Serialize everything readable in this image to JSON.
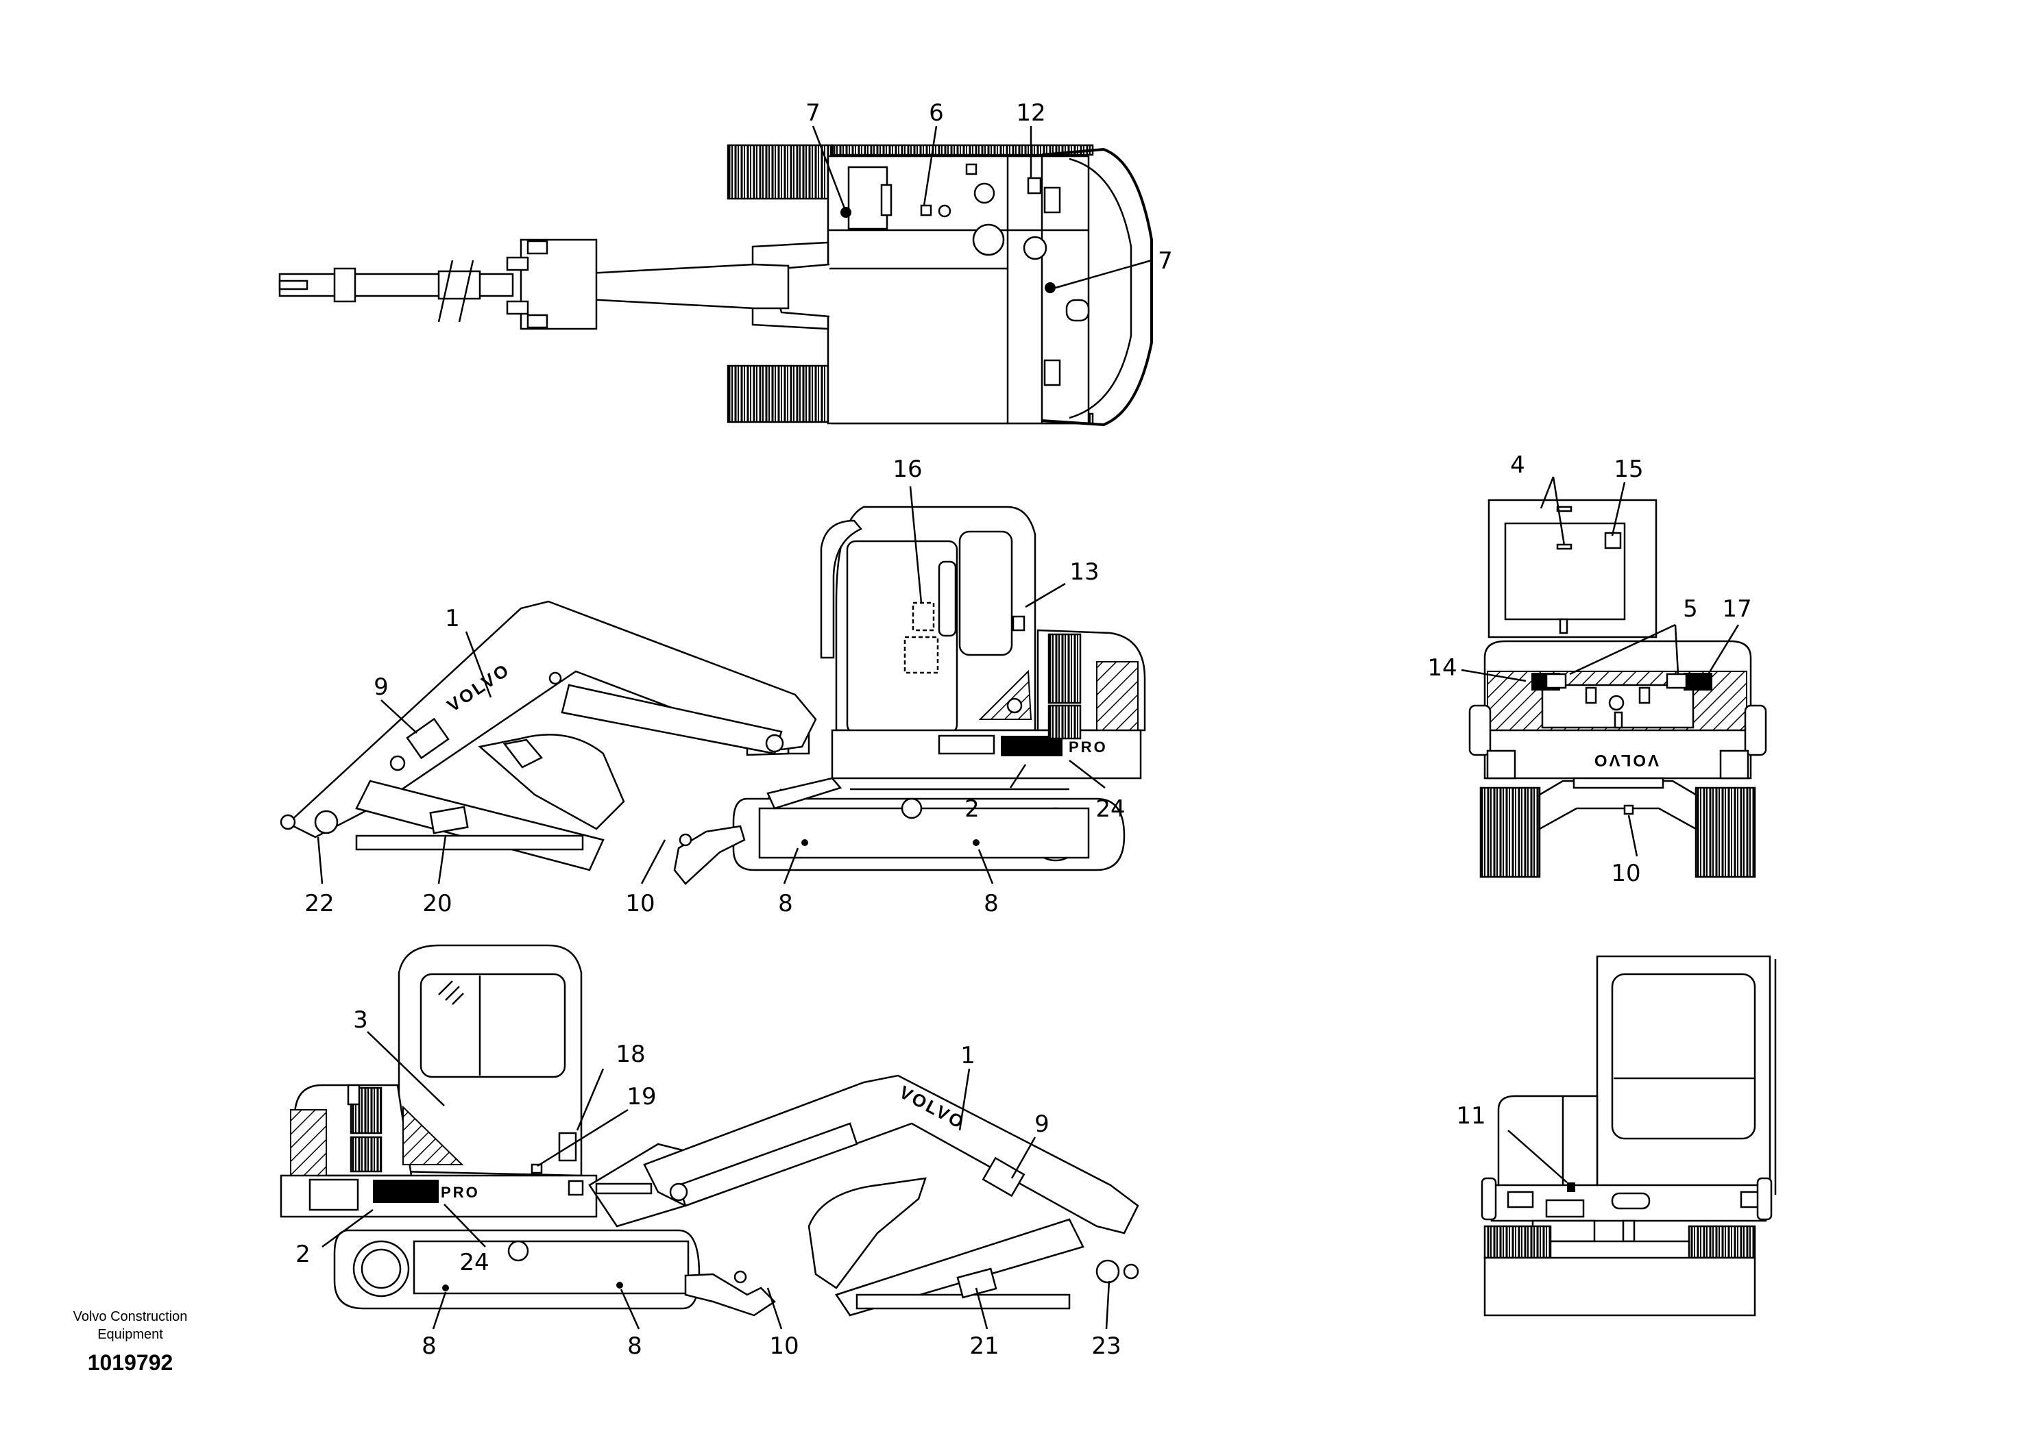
{
  "footer": {
    "company_line1": "Volvo Construction",
    "company_line2": "Equipment",
    "drawing_number": "1019792"
  },
  "logos": {
    "brand": "VOLVO",
    "model_plate": "EC55B PRO"
  },
  "callouts": {
    "top_view": [
      "7",
      "6",
      "12",
      "7"
    ],
    "left_side": [
      "16",
      "13",
      "1",
      "9",
      "2",
      "24",
      "22",
      "20",
      "10",
      "8",
      "8"
    ],
    "rear_view": [
      "4",
      "15",
      "5",
      "17",
      "14",
      "10"
    ],
    "right_side": [
      "3",
      "18",
      "19",
      "1",
      "9",
      "2",
      "24",
      "8",
      "8",
      "10",
      "21",
      "23"
    ],
    "front_view": [
      "11"
    ]
  }
}
